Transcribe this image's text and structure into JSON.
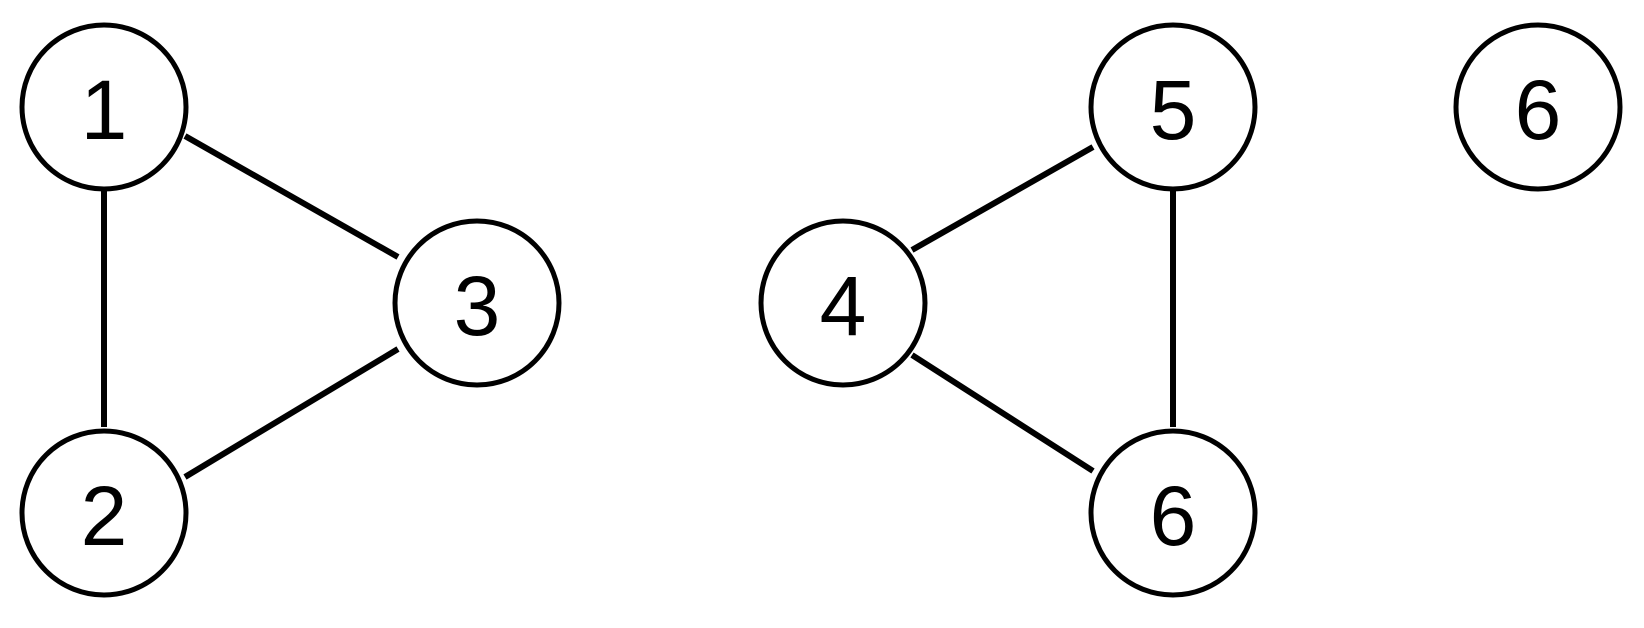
{
  "graph": {
    "nodes": [
      {
        "id": "n1",
        "label": "1"
      },
      {
        "id": "n2",
        "label": "2"
      },
      {
        "id": "n3",
        "label": "3"
      },
      {
        "id": "n4",
        "label": "4"
      },
      {
        "id": "n5",
        "label": "5"
      },
      {
        "id": "n6a",
        "label": "6"
      },
      {
        "id": "n6b",
        "label": "6"
      }
    ],
    "edges": [
      {
        "from": "n1",
        "to": "n2"
      },
      {
        "from": "n1",
        "to": "n3"
      },
      {
        "from": "n2",
        "to": "n3"
      },
      {
        "from": "n4",
        "to": "n5"
      },
      {
        "from": "n4",
        "to": "n6a"
      },
      {
        "from": "n5",
        "to": "n6a"
      }
    ]
  }
}
